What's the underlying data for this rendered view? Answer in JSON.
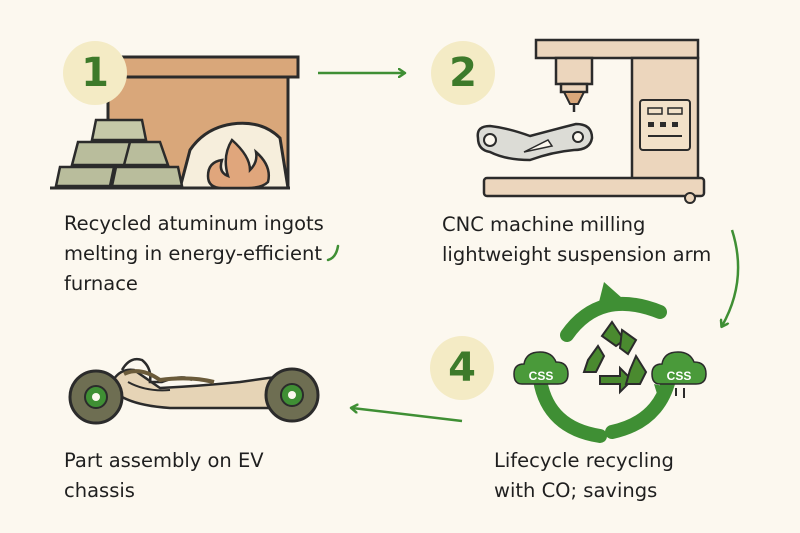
{
  "steps": [
    {
      "number": "1",
      "lines": [
        "Recycled atuminum ingots",
        "melting in energy-efficient",
        "furnace"
      ]
    },
    {
      "number": "2",
      "lines": [
        "CNC machine milling",
        "lightweight suspension arm"
      ]
    },
    {
      "number": "4",
      "lines": [
        "Lifecycle recycling",
        "with CO; savings"
      ]
    },
    {
      "number": "",
      "lines": [
        "Part assembly on EV",
        "chassis"
      ]
    }
  ],
  "cloud_labels": [
    "CSS",
    "CSS"
  ],
  "icons": [
    "ingot-stack-icon",
    "furnace-icon",
    "flame-icon",
    "cnc-machine-icon",
    "suspension-arm-icon",
    "recycle-icon",
    "cloud-icon",
    "ev-chassis-icon",
    "arrow-icon"
  ],
  "colors": {
    "background": "#fcf8ef",
    "accent_green": "#3f8f34",
    "badge_fill": "#f4ebc5",
    "furnace": "#d9a77a",
    "ingot": "#b9bd9c",
    "machine": "#ecd6bd"
  }
}
